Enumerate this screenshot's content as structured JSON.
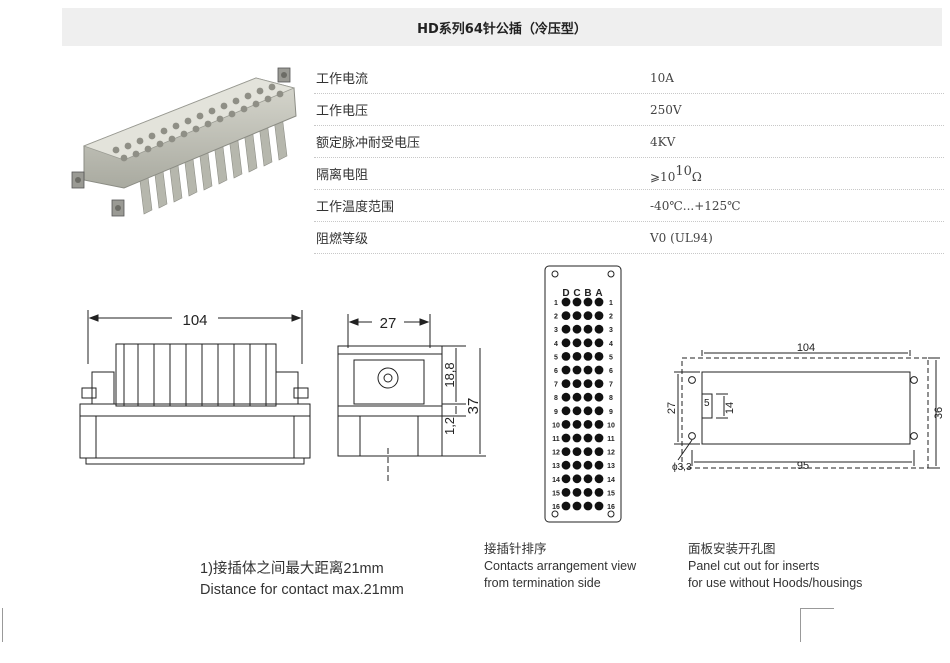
{
  "title": "HD系列64针公插（冷压型）",
  "specs": [
    {
      "label": "工作电流",
      "value": "10A"
    },
    {
      "label": "工作电压",
      "value": "250V"
    },
    {
      "label": "额定脉冲耐受电压",
      "value": "4KV"
    },
    {
      "label": "隔离电阻",
      "value_prefix": "⩾10",
      "value_sup": "10",
      "value_suffix": "Ω"
    },
    {
      "label": "工作温度范围",
      "value": "-40℃...+125℃"
    },
    {
      "label": "阻燃等级",
      "value": "V0 (UL94)"
    }
  ],
  "dims": {
    "side_width": "104",
    "end_width": "27",
    "end_h1": "18,8",
    "end_h2": "1,2",
    "end_total": "37",
    "cut_width": "104",
    "cut_height_outer": "36",
    "cut_height_inner": "27",
    "cut_slot": "14",
    "cut_small": "5",
    "cut_hole_dia": "ϕ3,3",
    "cut_hole_spacing": "95"
  },
  "pin_columns": [
    "D",
    "C",
    "B",
    "A"
  ],
  "pin_rows": [
    "1",
    "2",
    "3",
    "4",
    "5",
    "6",
    "7",
    "8",
    "9",
    "10",
    "11",
    "12",
    "13",
    "14",
    "15",
    "16"
  ],
  "captions": {
    "distance_cn": "1)接插体之间最大距离21mm",
    "distance_en": "Distance for contact max.21mm",
    "contacts_cn": "接插针排序",
    "contacts_en1": "Contacts arrangement view",
    "contacts_en2": "from termination side",
    "panel_cn": "面板安装开孔图",
    "panel_en1": "Panel cut out for inserts",
    "panel_en2": "for use without Hoods/housings"
  }
}
